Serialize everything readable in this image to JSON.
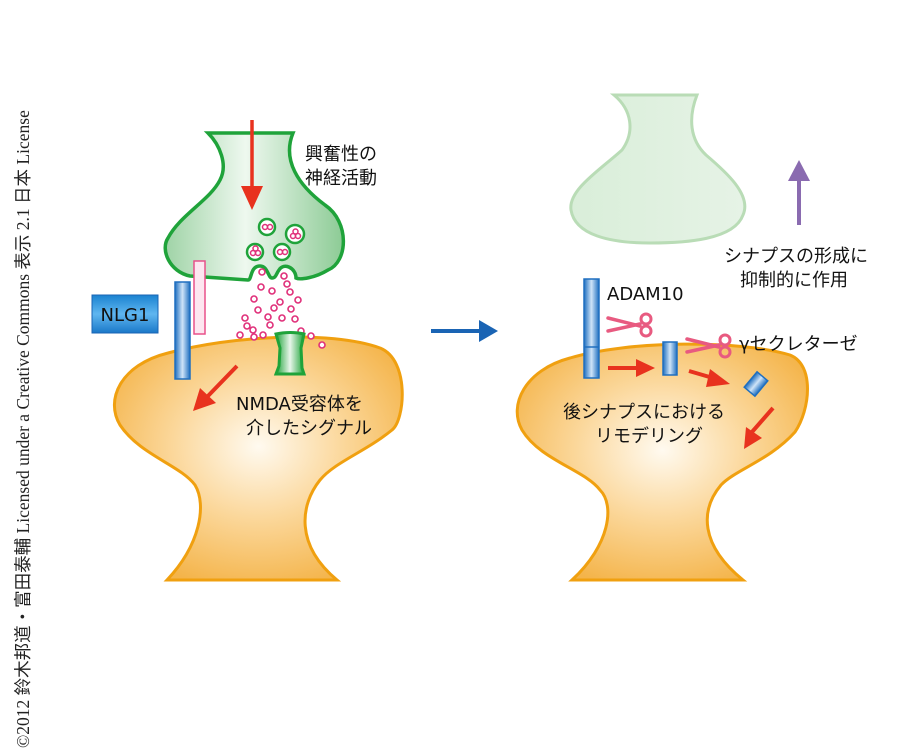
{
  "copyright": "©2012 鈴木邦道・富田泰輔 Licensed under a Creative Commons 表示 2.1 日本 License",
  "left_panel": {
    "excitatory_label": [
      "興奮性の",
      "神経活動"
    ],
    "nlg1_label": "NLG1",
    "nmda_label": [
      "NMDA受容体を",
      "介したシグナル"
    ]
  },
  "right_panel": {
    "inhibit_label": [
      "シナプスの形成に",
      "抑制的に作用"
    ],
    "adam10_label": "ADAM10",
    "gamma_label": "γセクレターゼ",
    "remodel_label": [
      "後シナプスにおける",
      "リモデリング"
    ]
  },
  "colors": {
    "presynapse_stroke": "#1fa33a",
    "presynapse_fill": "#c8e6cc",
    "presynapse_faded_stroke": "#b9dcb6",
    "postsynapse_stroke": "#f0a010",
    "postsynapse_fill": "#f6bd5a",
    "red_arrow": "#e8321e",
    "blue_arrow": "#1a64b4",
    "purple_arrow": "#8a6bb0",
    "nlg1_blue": "#2a7cc8",
    "neurexin_pink": "#e8508a",
    "vesicle_pink": "#e0307a",
    "scissor_pink": "#e85a80"
  }
}
